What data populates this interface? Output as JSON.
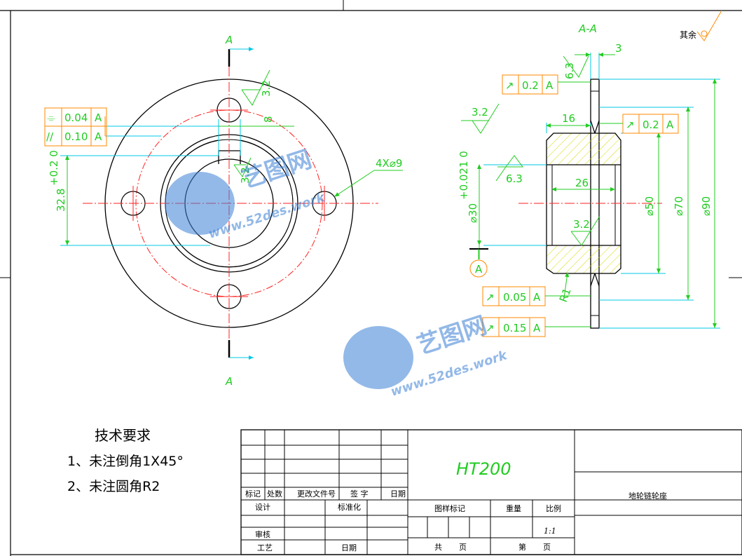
{
  "colors": {
    "geometry": "#000000",
    "dimension": "#22cc22",
    "extension": "#00c8e6",
    "centerline": "#ff2222",
    "tolerance_frame": "#ff8800",
    "hatch": "#d8d800",
    "watermark": "#3a7fd5"
  },
  "section_labels": {
    "cut_top": "A",
    "cut_bottom": "A",
    "section_title": "A-A"
  },
  "front_view": {
    "roughness_hole": "3.2",
    "keyway_width": "8",
    "roughness_keyway": "3.2",
    "keyway_depth_main": "32.8",
    "keyway_depth_tol": "+0.2 0",
    "holes_callout": "4X⌀9",
    "flatness": {
      "symbol": "⌯",
      "value": "0.04",
      "datum": "A"
    },
    "parallel": {
      "symbol": "//",
      "value": "0.10",
      "datum": "A"
    }
  },
  "section_view": {
    "roughness_top": "6.3",
    "dim_top": "3",
    "runout_top": {
      "symbol": "↗",
      "value": "0.2",
      "datum": "A"
    },
    "roughness_hub": "3.2",
    "dim_hub_width": "16",
    "runout_mid": {
      "symbol": "↗",
      "value": "0.2",
      "datum": "A"
    },
    "roughness_bore": "6.3",
    "dim_bore_len": "26",
    "bore_dia": "⌀30",
    "bore_tol": "+0.021 0",
    "roughness_inner": "3.2",
    "dia_50": "⌀50",
    "dia_70": "⌀70",
    "dia_90": "⌀90",
    "datum_letter": "A",
    "fillet": "R1",
    "runout_low": {
      "symbol": "↗",
      "value": "0.05",
      "datum": "A"
    },
    "runout_bottom": {
      "symbol": "↗",
      "value": "0.15",
      "datum": "A"
    }
  },
  "surface_note": "其余",
  "tech_requirements": {
    "title": "技术要求",
    "items": [
      "1、未注倒角1X45°",
      "2、未注圆角R2"
    ]
  },
  "title_block": {
    "material": "HT200",
    "part_name": "地轮链轮座",
    "headers": [
      "标记",
      "处数",
      "更改文件号",
      "签 字",
      "日期"
    ],
    "design": "设计",
    "standardize": "标准化",
    "check": "审核",
    "process": "工艺",
    "date": "日期",
    "stage_mark": "图样标记",
    "weight": "重量",
    "scale_label": "比例",
    "scale": "1:1",
    "total": "共",
    "sheet_of": "第",
    "page": "页",
    "page2": "页"
  },
  "watermark": {
    "brand": "艺图网",
    "url": "www.52des.work"
  }
}
